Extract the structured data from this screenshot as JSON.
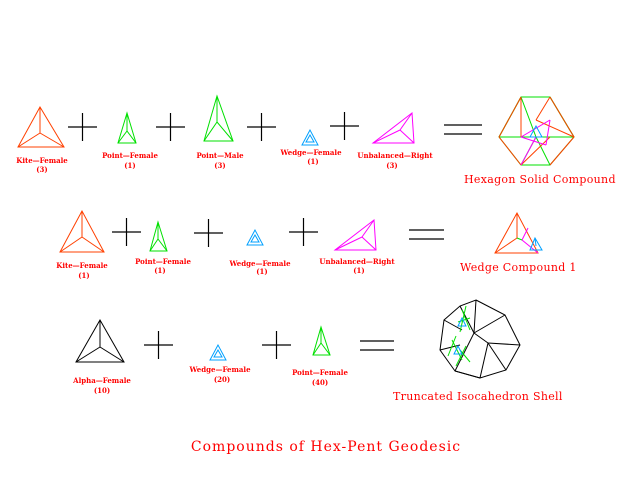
{
  "title": "Compounds of Hex-Pent Geodesic",
  "colors": {
    "label": "#ff0000",
    "kite": "#ff4000",
    "point": "#00e000",
    "wedge": "#00a0ff",
    "unbalanced": "#ff00ff",
    "alpha": "#000000"
  },
  "rows": [
    {
      "result": "Hexagon Solid Compound",
      "parts": [
        {
          "name": "Kite—Female",
          "count": "(3)"
        },
        {
          "name": "Point—Female",
          "count": "(1)"
        },
        {
          "name": "Point—Male",
          "count": "(3)"
        },
        {
          "name": "Wedge—Female",
          "count": "(1)"
        },
        {
          "name": "Unbalanced—Right",
          "count": "(3)"
        }
      ]
    },
    {
      "result": "Wedge Compound 1",
      "parts": [
        {
          "name": "Kite—Female",
          "count": "(1)"
        },
        {
          "name": "Point—Female",
          "count": "(1)"
        },
        {
          "name": "Wedge—Female",
          "count": "(1)"
        },
        {
          "name": "Unbalanced—Right",
          "count": "(1)"
        }
      ]
    },
    {
      "result": "Truncated Isocahedron Shell",
      "parts": [
        {
          "name": "Alpha—Female",
          "count": "(10)"
        },
        {
          "name": "Wedge—Female",
          "count": "(20)"
        },
        {
          "name": "Point—Female",
          "count": "(40)"
        }
      ]
    }
  ]
}
